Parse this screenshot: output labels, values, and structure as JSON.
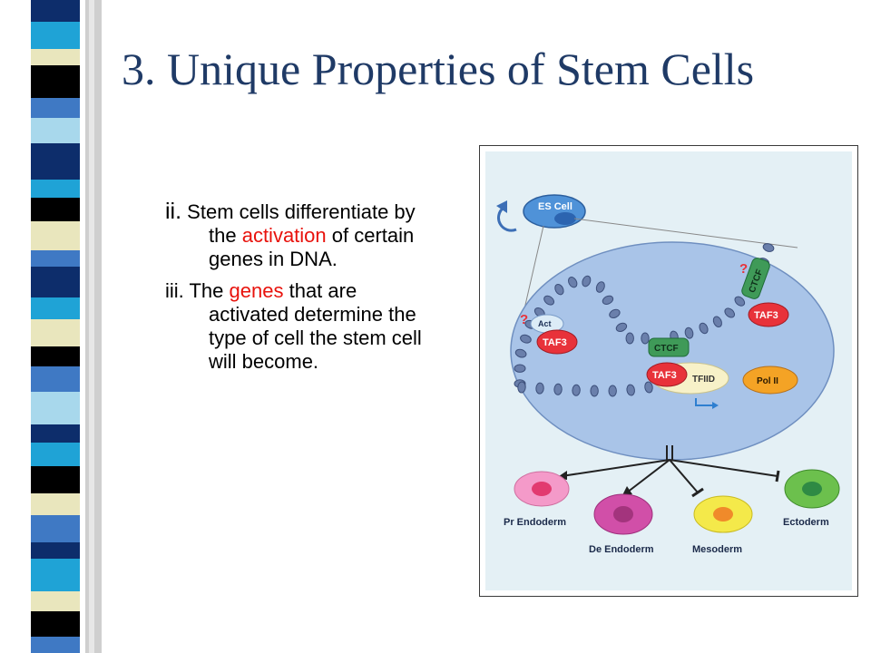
{
  "slide": {
    "title": "3. Unique Properties of Stem Cells",
    "bullets": [
      {
        "num": "ii.",
        "parts": [
          {
            "text": " Stem cells differentiate by the ",
            "hl": false
          },
          {
            "text": "activation",
            "hl": true
          },
          {
            "text": " of certain genes in DNA.",
            "hl": false
          }
        ]
      },
      {
        "num": "iii.",
        "parts": [
          {
            "text": " The ",
            "hl": false
          },
          {
            "text": "genes",
            "hl": true
          },
          {
            "text": " that are activated determine the type of cell the stem cell will become.",
            "hl": false
          }
        ]
      }
    ]
  },
  "figure": {
    "es_cell": "ES Cell",
    "question_marks": [
      "?",
      "?"
    ],
    "act": "Act",
    "taf3": "TAF3",
    "ctcf": "CTCF",
    "tfiid": "TFIID",
    "pol2": "Pol II",
    "cell_types": [
      "Pr Endoderm",
      "De Endoderm",
      "Mesoderm",
      "Ectoderm"
    ]
  },
  "colors": {
    "title": "#1f3a66",
    "highlight": "#e8120c",
    "nucleus": "#a9c4e8",
    "diagram_bg": "#e4f0f5",
    "taf3": "#e8323a",
    "ctcf": "#3f9a58",
    "tfiid": "#f7f1c8",
    "pol2": "#f4a325",
    "pr_endoderm": "#f49ac9",
    "de_endoderm": "#d14fa8",
    "mesoderm": "#f4e94a",
    "ectoderm": "#6cc04d"
  }
}
